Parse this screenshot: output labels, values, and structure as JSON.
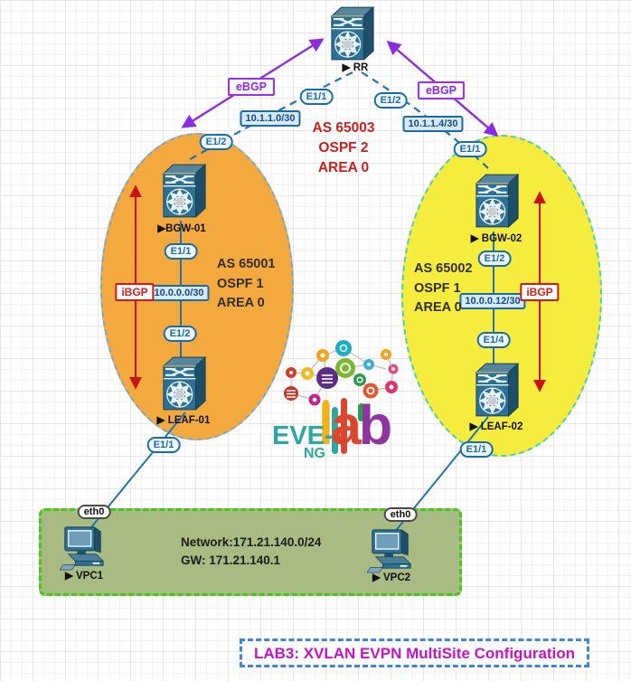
{
  "title": {
    "label": "LAB3: XVLAN EVPN MultiSite Configuration"
  },
  "sites": {
    "core": {
      "as_line": "AS 65003",
      "ospf_line": "OSPF 2",
      "area_line": "AREA 0"
    },
    "site1": {
      "as_line": "AS 65001",
      "ospf_line": "OSPF 1",
      "area_line": "AREA 0"
    },
    "site2": {
      "as_line": "AS 65002",
      "ospf_line": "OSPF 1",
      "area_line": "AREA 0"
    }
  },
  "nodes": {
    "rr": {
      "label": "▶ RR"
    },
    "bgw01": {
      "label": "▶BGW-01"
    },
    "bgw02": {
      "label": "▶ BGW-02"
    },
    "leaf01": {
      "label": "▶ LEAF-01"
    },
    "leaf02": {
      "label": "▶ LEAF-02"
    },
    "vpc1": {
      "label": "▶ VPC1"
    },
    "vpc2": {
      "label": "▶ VPC2"
    }
  },
  "interfaces": {
    "rr_left": "E1/1",
    "rr_right": "E1/2",
    "bgw01_uplink": "E1/2",
    "bgw02_uplink": "E1/1",
    "bgw01_down": "E1/1",
    "leaf01_up": "E1/2",
    "leaf01_down": "E1/1",
    "bgw02_down": "E1/2",
    "leaf02_up": "E1/4",
    "leaf02_down": "E1/1",
    "vpc1_eth": "eth0",
    "vpc2_eth": "eth0"
  },
  "ip_labels": {
    "rr_left_subnet": "10.1.1.0/30",
    "rr_right_subnet": "10.1.1.4/30",
    "site1_subnet": "10.0.0.0/30",
    "site2_subnet": "10.0.0.12/30"
  },
  "protocol_labels": {
    "ebgp_left": "eBGP",
    "ebgp_right": "eBGP",
    "ibgp_left": "iBGP",
    "ibgp_right": "iBGP"
  },
  "lan": {
    "network_line": "Network:171.21.140.0/24",
    "gateway_line": "GW: 171.21.140.1"
  },
  "logo": {
    "word1": "EVE-",
    "word2": "NG",
    "lab_l": "l",
    "lab_a": "a",
    "lab_b": "b"
  },
  "colors": {
    "link_blue": "#2273AE",
    "ebgp_purple": "#8B2BE2",
    "ibgp_red": "#CB1212",
    "core_text_red": "#CE1F1F",
    "site1_fill": "#F4A93F",
    "site2_fill": "#F6EC3D",
    "lan_fill": "#A8BB82",
    "lan_border": "#3ECB12",
    "title_magenta": "#C513C5"
  }
}
